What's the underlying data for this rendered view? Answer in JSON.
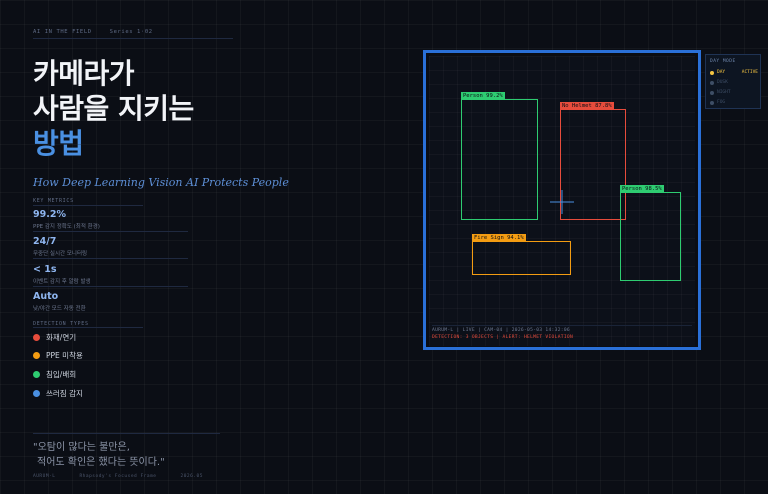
{
  "header": {
    "kicker": "AI IN THE FIELD",
    "series": "Series 1·02"
  },
  "title": {
    "line1": "카메라가",
    "line2": "사람을 지키는",
    "line3": "방법"
  },
  "subtitle": "How Deep Learning Vision AI Protects People",
  "metrics": {
    "section_label": "KEY METRICS",
    "items": [
      {
        "value": "99.2%",
        "desc": "PPE 감지 정확도 (최적 환경)"
      },
      {
        "value": "24/7",
        "desc": "무중단 실시간 모니터링"
      },
      {
        "value": "< 1s",
        "desc": "이벤트 감지 후 알람 발생"
      },
      {
        "value": "Auto",
        "desc": "낮/야간 모드 자동 전환"
      }
    ]
  },
  "detection_types": {
    "section_label": "DETECTION TYPES",
    "items": [
      {
        "label": "화재/연기",
        "color": "#e74c3c"
      },
      {
        "label": "PPE 미착용",
        "color": "#f39c12"
      },
      {
        "label": "침입/배회",
        "color": "#2ecc71"
      },
      {
        "label": "쓰러짐 감지",
        "color": "#4a90e2"
      }
    ]
  },
  "quote": {
    "line1": "\"오탐이 많다는 불만은,",
    "line2": "적어도 확인은 했다는 뜻이다.\""
  },
  "footer": {
    "a": "AURUM·L",
    "b": "Rhapsody's Focused Frame",
    "c": "2026.05"
  },
  "monitor": {
    "detections": [
      {
        "label": "Person 99.2%",
        "color": "#2ecc71"
      },
      {
        "label": "No Helmet 87.8%",
        "color": "#e74c3c"
      },
      {
        "label": "Person 98.5%",
        "color": "#2ecc71"
      },
      {
        "label": "Fire Sign 94.1%",
        "color": "#f39c12"
      }
    ],
    "status_line1": "AURUM-L  |  LIVE  |  CAM-04  |  2026-05-03 14:32:06",
    "status_line2": "DETECTION: 3 OBJECTS  |  ALERT: HELMET VIOLATION"
  },
  "day_mode": {
    "title": "DAY MODE",
    "items": [
      {
        "label": "DAY",
        "status": "ACTIVE"
      },
      {
        "label": "DUSK",
        "status": ""
      },
      {
        "label": "NIGHT",
        "status": ""
      },
      {
        "label": "FOG",
        "status": ""
      }
    ]
  },
  "colors": {
    "accent": "#4a90e2",
    "frame": "#2a70d8",
    "alert": "#e74c3c",
    "ok": "#2ecc71",
    "warn": "#f39c12",
    "active": "#f5c542"
  }
}
